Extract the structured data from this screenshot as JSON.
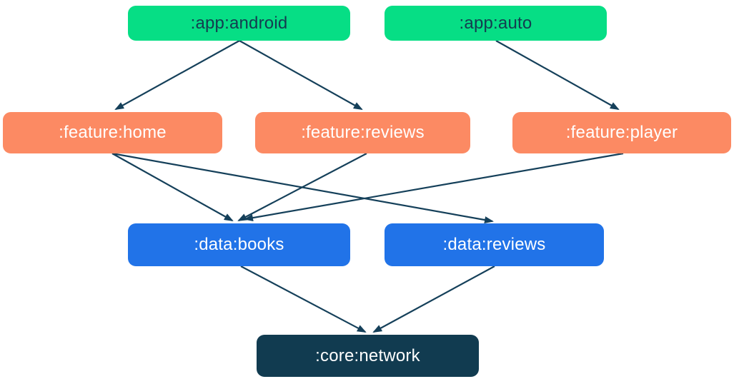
{
  "diagram": {
    "type": "dependency-graph",
    "nodes": [
      {
        "id": "app-android",
        "label": ":app:android",
        "type": "app"
      },
      {
        "id": "app-auto",
        "label": ":app:auto",
        "type": "app"
      },
      {
        "id": "feature-home",
        "label": ":feature:home",
        "type": "feature"
      },
      {
        "id": "feature-reviews",
        "label": ":feature:reviews",
        "type": "feature"
      },
      {
        "id": "feature-player",
        "label": ":feature:player",
        "type": "feature"
      },
      {
        "id": "data-books",
        "label": ":data:books",
        "type": "data"
      },
      {
        "id": "data-reviews",
        "label": ":data:reviews",
        "type": "data"
      },
      {
        "id": "core-network",
        "label": ":core:network",
        "type": "core"
      }
    ],
    "edges": [
      {
        "from": "app-android",
        "to": "feature-home"
      },
      {
        "from": "app-android",
        "to": "feature-reviews"
      },
      {
        "from": "app-auto",
        "to": "feature-player"
      },
      {
        "from": "feature-home",
        "to": "data-books"
      },
      {
        "from": "feature-home",
        "to": "data-reviews"
      },
      {
        "from": "feature-reviews",
        "to": "data-books"
      },
      {
        "from": "feature-player",
        "to": "data-books"
      },
      {
        "from": "data-books",
        "to": "core-network"
      },
      {
        "from": "data-reviews",
        "to": "core-network"
      }
    ],
    "colors": {
      "app": "#06DE85",
      "feature": "#FC8A63",
      "data": "#2173E8",
      "core": "#113B50",
      "edge": "#15405A",
      "app_text": "#143C50",
      "light_text": "#FFFFFF",
      "background": "#FFFFFF"
    }
  }
}
